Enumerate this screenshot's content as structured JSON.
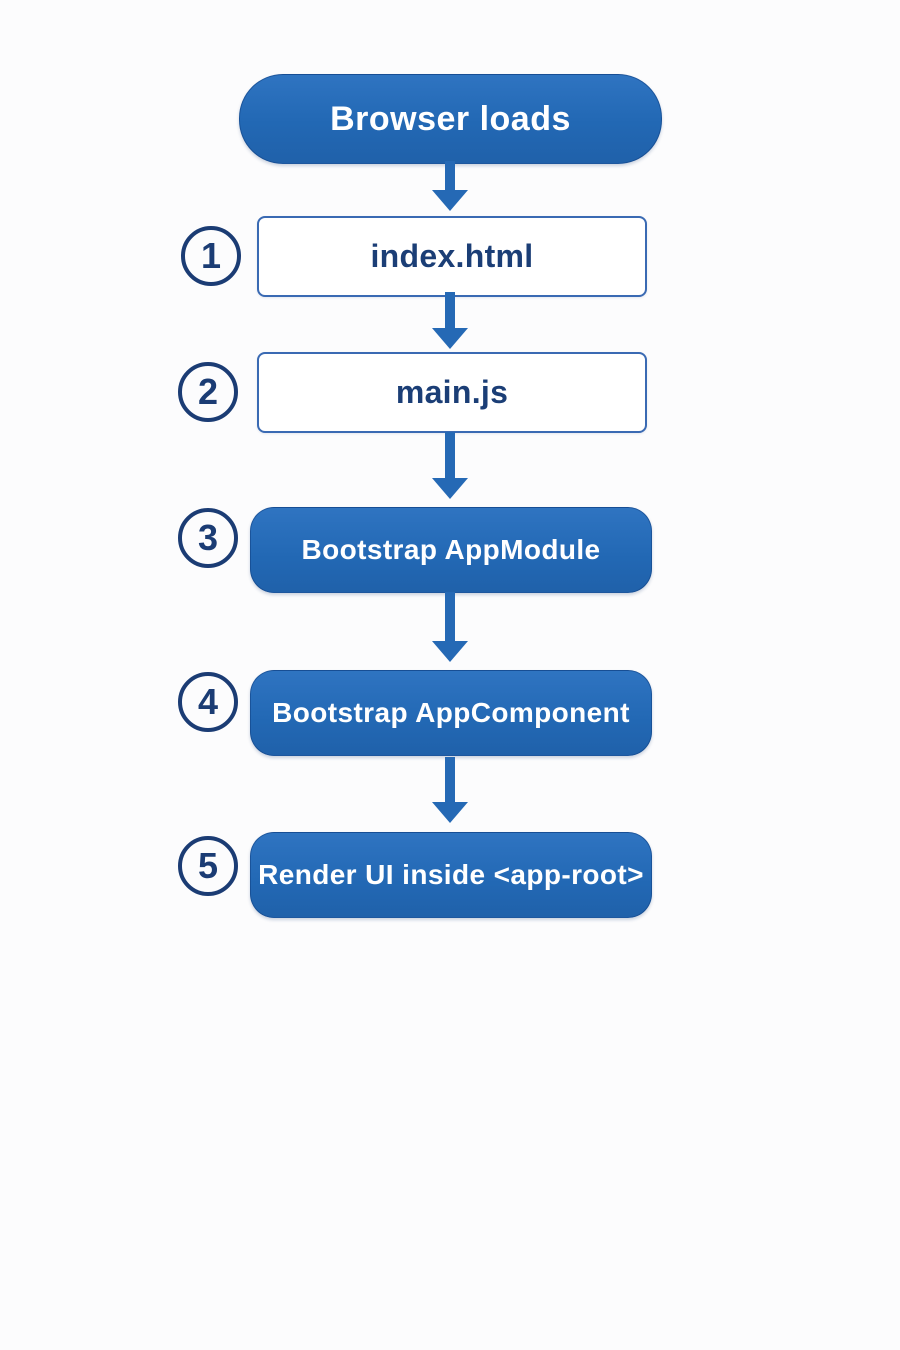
{
  "diagram": {
    "start_node": {
      "label": "Browser loads"
    },
    "steps": [
      {
        "number": "1",
        "label": "index.html",
        "style": "outline"
      },
      {
        "number": "2",
        "label": "main.js",
        "style": "outline"
      },
      {
        "number": "3",
        "label": "Bootstrap AppModule",
        "style": "filled"
      },
      {
        "number": "4",
        "label": "Bootstrap AppComponent",
        "style": "filled"
      },
      {
        "number": "5",
        "label": "Render UI inside <app-root>",
        "style": "filled"
      }
    ],
    "colors": {
      "node_fill": "#2268b4",
      "node_fill_light": "#2f74c1",
      "node_fill_dark": "#2061aa",
      "outline_border": "#3a6ab3",
      "text_on_fill": "#ffffff",
      "text_dark": "#1b3e76",
      "circle_stroke": "#1b3c74",
      "arrow": "#2569b5",
      "background": "#fcfcfd"
    }
  }
}
